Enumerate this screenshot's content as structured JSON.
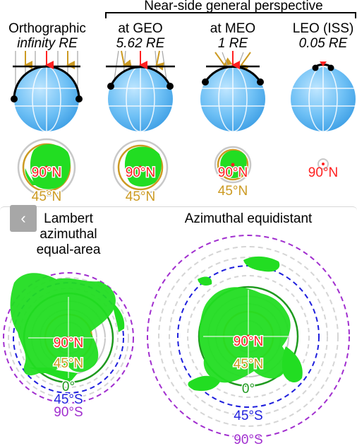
{
  "header": {
    "group_title": "Near-side general perspective"
  },
  "columns": [
    {
      "title": "Orthographic",
      "subtitle": "infinity RE"
    },
    {
      "title": "at GEO",
      "subtitle": "5.62 RE"
    },
    {
      "title": "at MEO",
      "subtitle": "1 RE"
    },
    {
      "title": "LEO (ISS)",
      "subtitle": "0.05 RE"
    }
  ],
  "small_maps": [
    {
      "north": "90°N",
      "mid": "45°N"
    },
    {
      "north": "90°N",
      "mid": "45°N"
    },
    {
      "north": "90°N",
      "mid": "45°N"
    },
    {
      "north": "90°N"
    }
  ],
  "lambert": {
    "title_lines": [
      "Lambert",
      "azimuthal",
      "equal-area"
    ],
    "north": "90°N",
    "mid": "45°N",
    "equator": "0°",
    "south45": "45°S",
    "south90": "90°S"
  },
  "equidistant": {
    "title": "Azimuthal equidistant",
    "north": "90°N",
    "mid": "45°N",
    "equator": "0°",
    "south45": "45°S",
    "south90": "90°S"
  },
  "nav": {
    "back_icon": "‹"
  },
  "colors": {
    "globe": "#5fb4f0",
    "land": "#22dd22",
    "red": "#ff2020",
    "gold": "#cc9a22",
    "green": "#1f9a1f",
    "blue": "#1f1fdd",
    "purple": "#a12fcf",
    "grid": "#c8c8c8"
  }
}
